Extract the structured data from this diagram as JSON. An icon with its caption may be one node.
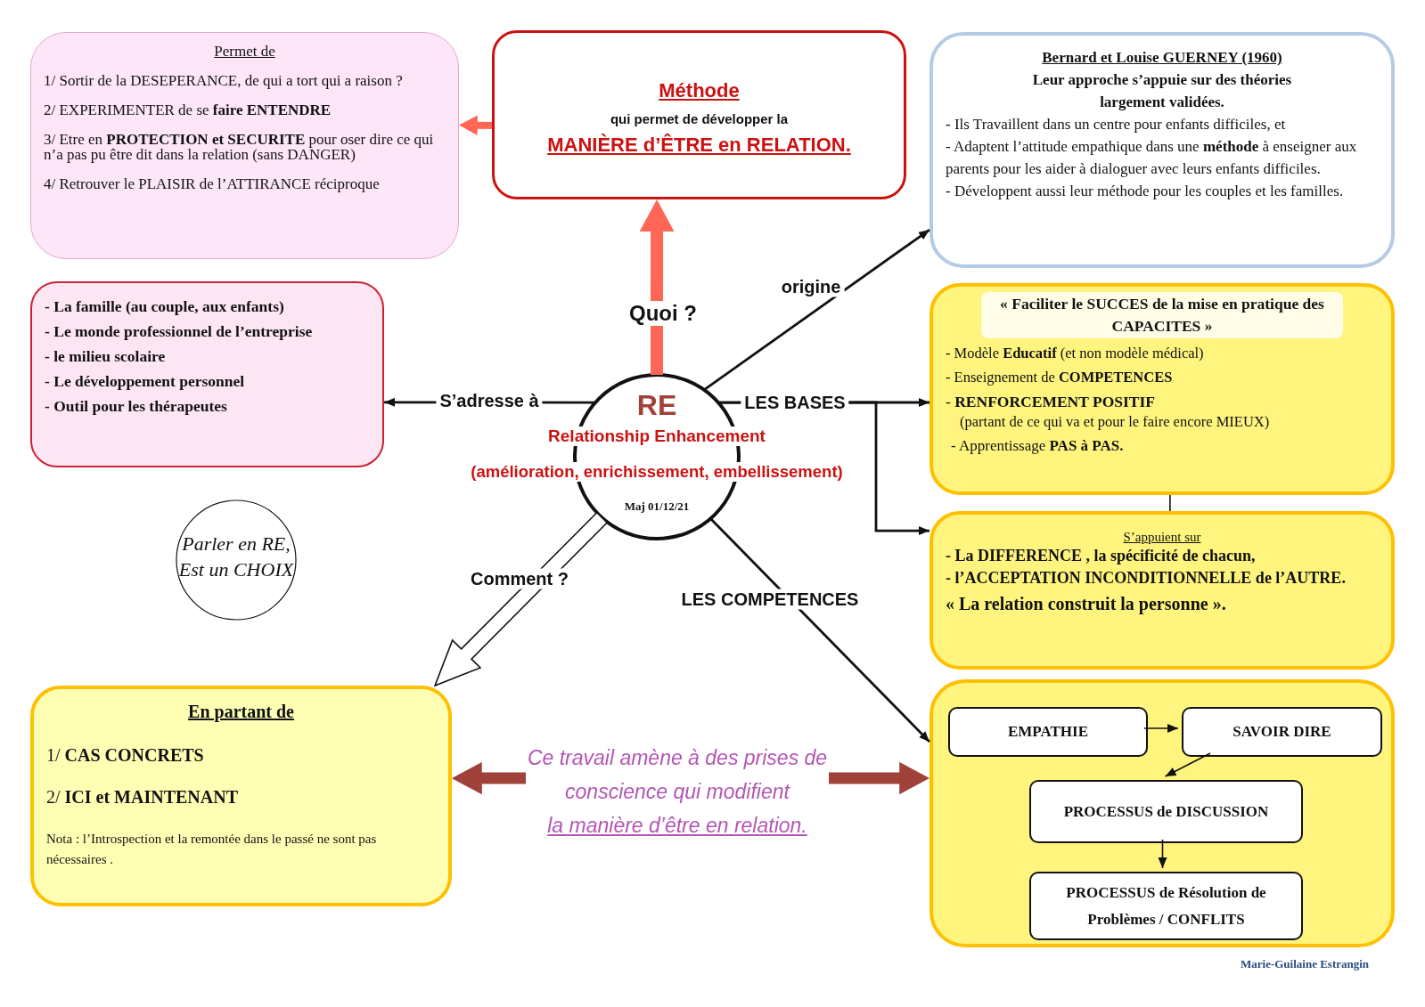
{
  "diagram": {
    "nodes": [
      {
        "text": [
          "Permet de",
          "1/ Sortir de la DESEPERANCE, de qui a tort qui a raison ?",
          "2/ EXPERIMENTER de se **faire ENTENDRE**",
          "3/ Etre en **PROTECTION et SECURITE** pour oser dire ce qui n’a pas pu être dit dans la relation (sans DANGER)",
          "4/ Retrouver le PLAISIR de l’ATTIRANCE réciproque"
        ]
      },
      {
        "text": [
          "Méthode",
          "qui permet de développer la",
          "MANIÈRE d’ÊTRE en RELATION."
        ]
      },
      {
        "text": [
          "Bernard et Louise GUERNEY (1960)",
          "Leur approche s’appuie sur des théories largement validées.",
          "- Ils Travaillent dans un centre pour enfants difficiles, et",
          "- Adaptent l’attitude empathique dans une **méthode** à enseigner aux parents pour les aider à dialoguer avec leurs enfants difficiles.",
          "- Développent aussi leur méthode pour les couples et les familles."
        ]
      },
      {
        "text": [
          "- La famille (au couple, aux enfants)",
          "- Le monde professionnel de l’entreprise",
          "- le milieu scolaire",
          "- Le développement personnel",
          "- Outil pour les thérapeutes"
        ]
      },
      {
        "text": [
          "« Faciliter le SUCCES de la mise en pratique des CAPACITES »",
          "- Modèle **Educatif** (et non modèle médical)",
          "- Enseignement de **COMPETENCES**",
          "- **RENFORCEMENT POSITIF**",
          "(partant de ce qui va et pour le faire encore MIEUX)",
          "- Apprentissage **PAS à PAS.**"
        ]
      },
      {
        "text": [
          "S’appuient sur",
          "- La DIFFERENCE , la spécificité de chacun,",
          "- l’ACCEPTATION INCONDITIONNELLE de l’AUTRE.",
          "« La relation construit la personne »."
        ]
      },
      {
        "text": [
          "RE",
          "Relationship Enhancement",
          "(amélioration, enrichissement, embellissement)",
          "Maj 01/12/21"
        ]
      },
      {
        "text": [
          "Parler en RE, Est un CHOIX"
        ]
      },
      {
        "text": [
          "En partant de",
          "1/ **CAS CONCRETS**",
          "2/ **ICI et MAINTENANT**",
          "Nota : l’Introspection et la remontée dans le passé ne sont pas nécessaires ."
        ]
      },
      {
        "text": [],
        "shape": "box"
      },
      {
        "text": [
          "EMPATHIE"
        ],
        "in": 9
      },
      {
        "text": [
          "SAVOIR DIRE"
        ],
        "in": 9
      },
      {
        "text": [
          "PROCESSUS de DISCUSSION"
        ],
        "in": 9
      },
      {
        "text": [
          "PROCESSUS de Résolution de Problèmes / CONFLITS"
        ],
        "in": 9
      },
      {
        "text": [
          "Ce travail amène à des prises de conscience qui modifient",
          "la manière d’être en relation."
        ]
      }
    ],
    "edges": [
      {
        "from": 6,
        "to": 1,
        "arrow": "to",
        "label": "Quoi ?",
        "style": "thick",
        "color": "#ff6655"
      },
      {
        "from": 1,
        "to": 0,
        "arrow": "to",
        "style": "thick",
        "color": "#ff6655"
      },
      {
        "from": 6,
        "to": 2,
        "arrow": "to",
        "label": "origine"
      },
      {
        "from": 6,
        "to": 3,
        "arrow": "to",
        "label": "S’adresse à"
      },
      {
        "from": 6,
        "to": 4,
        "arrow": "to",
        "label": "LES BASES"
      },
      {
        "from": 6,
        "to": 5,
        "arrow": "to"
      },
      {
        "from": 6,
        "to": 8,
        "arrow": "to",
        "label": "Comment ?",
        "style": "thick"
      },
      {
        "from": 6,
        "to": 9,
        "arrow": "to",
        "label": "LES COMPETENCES"
      },
      {
        "from": 14,
        "to": 8,
        "arrow": "to",
        "style": "thick",
        "color": "#a0413a"
      },
      {
        "from": 14,
        "to": 9,
        "arrow": "to",
        "style": "thick",
        "color": "#a0413a"
      },
      {
        "from": 10,
        "to": 11,
        "arrow": "to"
      },
      {
        "from": 11,
        "to": 12,
        "arrow": "to"
      },
      {
        "from": 12,
        "to": 13,
        "arrow": "to"
      },
      {
        "from": 4,
        "to": 5,
        "arrow": "none"
      }
    ],
    "labels": [
      "Marie-Guilaine Estrangin"
    ]
  }
}
